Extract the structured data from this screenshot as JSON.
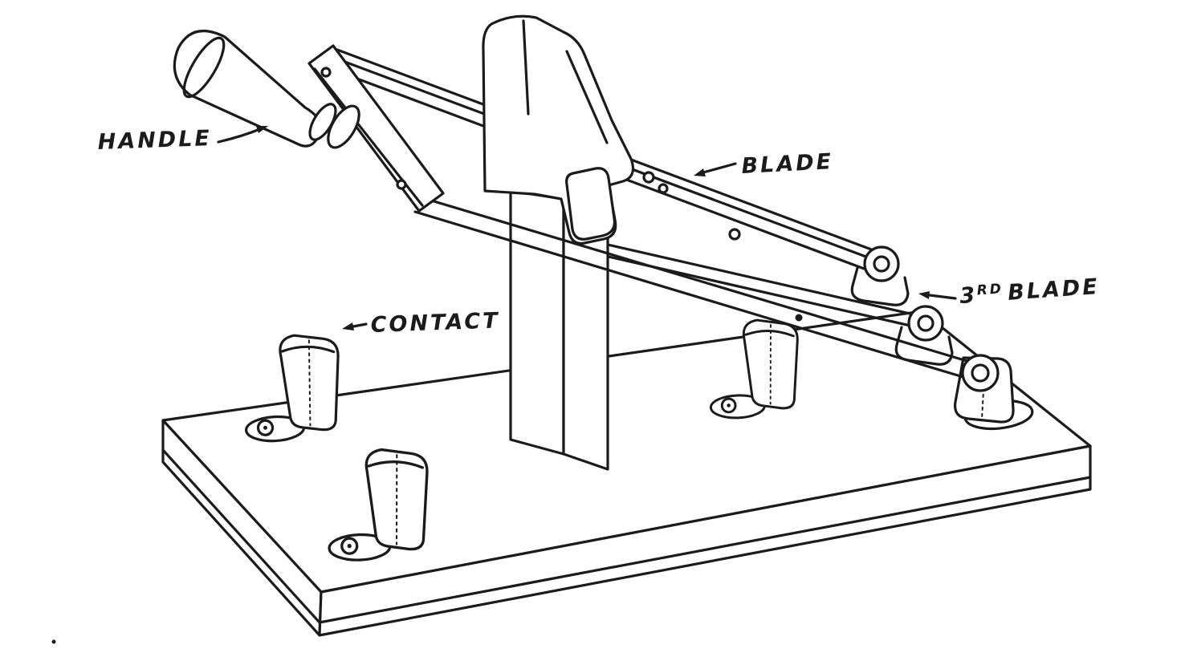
{
  "colors": {
    "ink": "#1b1b1b",
    "paper": "#ffffff"
  },
  "labels": {
    "handle": "HANDLE",
    "blade": "BLADE",
    "contact": "CONTACT",
    "third_blade": {
      "number": "3",
      "ordinal": "RD",
      "word": "BLADE"
    }
  }
}
